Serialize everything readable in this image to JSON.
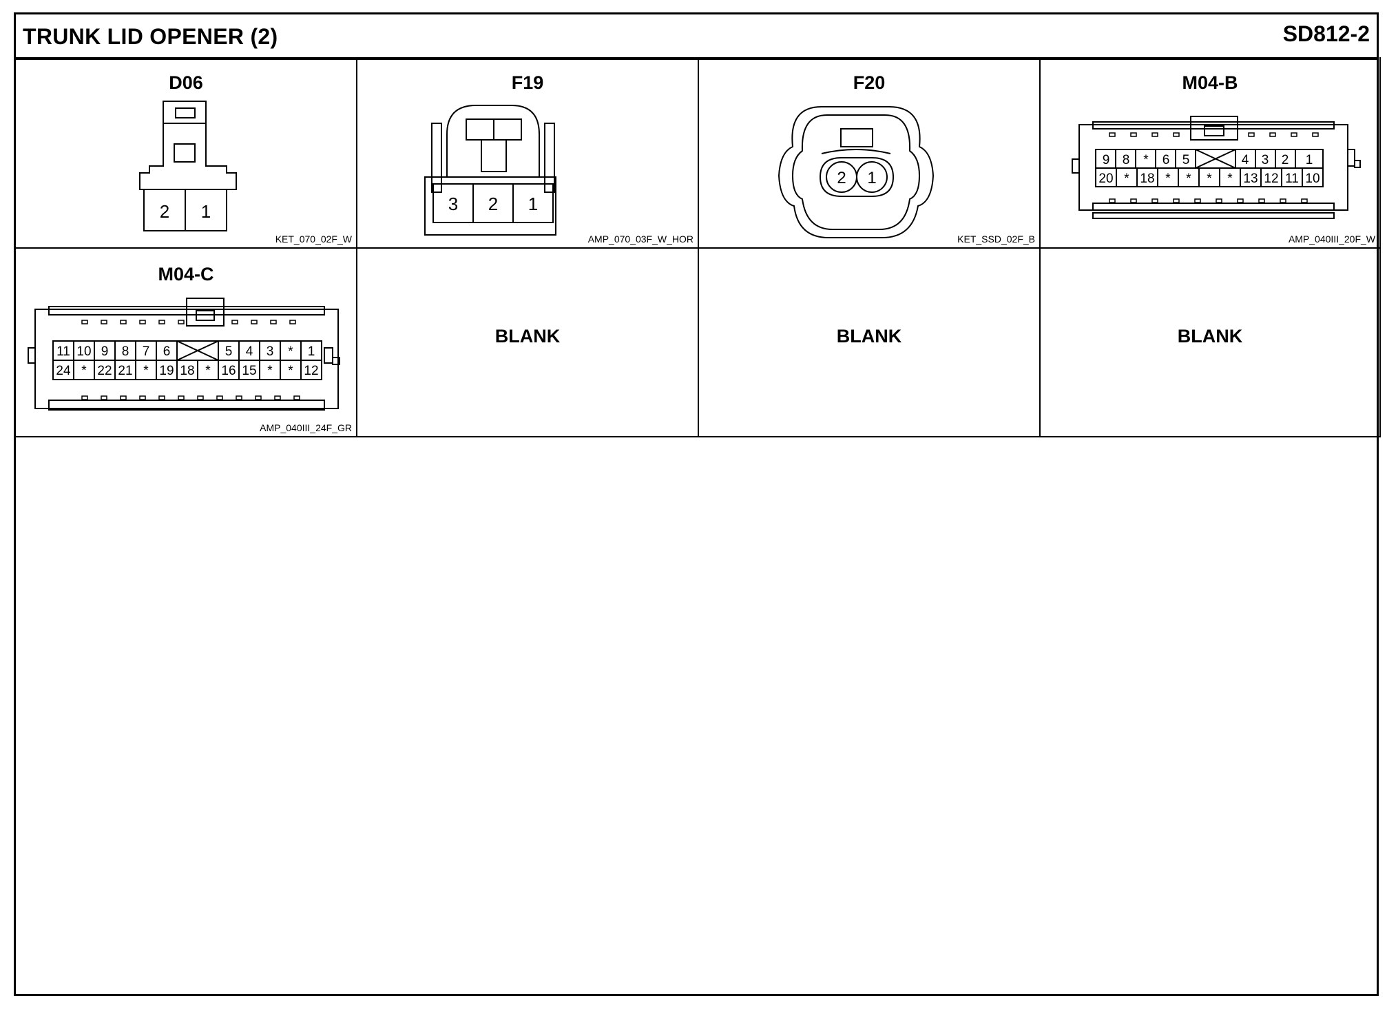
{
  "header": {
    "title": "TRUNK LID OPENER (2)",
    "code": "SD812-2"
  },
  "connectors": [
    {
      "id": "D06",
      "part": "KET_070_02F_W",
      "pins": [
        "2",
        "1"
      ]
    },
    {
      "id": "F19",
      "part": "AMP_070_03F_W_HOR",
      "pins": [
        "3",
        "2",
        "1"
      ]
    },
    {
      "id": "F20",
      "part": "KET_SSD_02F_B",
      "pins": [
        "2",
        "1"
      ]
    },
    {
      "id": "M04-B",
      "part": "AMP_040III_20F_W",
      "row1": [
        "9",
        "8",
        "*",
        "6",
        "5",
        "X",
        "4",
        "3",
        "2",
        "1"
      ],
      "row2": [
        "20",
        "*",
        "18",
        "*",
        "*",
        "*",
        "*",
        "13",
        "12",
        "11",
        "10"
      ]
    },
    {
      "id": "M04-C",
      "part": "AMP_040III_24F_GR",
      "row1": [
        "11",
        "10",
        "9",
        "8",
        "7",
        "6",
        "X",
        "5",
        "4",
        "3",
        "*",
        "1"
      ],
      "row2": [
        "24",
        "*",
        "22",
        "21",
        "*",
        "19",
        "18",
        "*",
        "16",
        "15",
        "*",
        "*",
        "12"
      ]
    }
  ],
  "blanks": [
    "BLANK",
    "BLANK",
    "BLANK"
  ]
}
